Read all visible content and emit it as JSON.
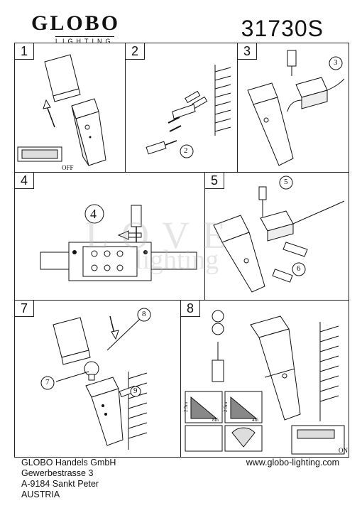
{
  "header": {
    "brand": "GLOBO",
    "brand_sub": "LIGHTING",
    "model": "31730S"
  },
  "steps": [
    {
      "number": "1",
      "label_off": "OFF"
    },
    {
      "number": "2",
      "callout": "2"
    },
    {
      "number": "3",
      "callout": "3"
    },
    {
      "number": "4",
      "callout": "4"
    },
    {
      "number": "5",
      "callouts": [
        "5",
        "6"
      ]
    },
    {
      "number": "7",
      "callouts": [
        "8",
        "7",
        "9"
      ]
    },
    {
      "number": "8",
      "label_on": "ON",
      "sensor_labels": [
        "2.5m",
        "8m",
        "2.5m",
        "4m"
      ]
    }
  ],
  "watermark": {
    "line1": "LOVE",
    "line2": "lighting"
  },
  "footer": {
    "company": "GLOBO Handels GmbH",
    "street": "Gewerbestrasse 3",
    "city": "A-9184 Sankt Peter",
    "country": "AUSTRIA",
    "url": "www.globo-lighting.com"
  }
}
